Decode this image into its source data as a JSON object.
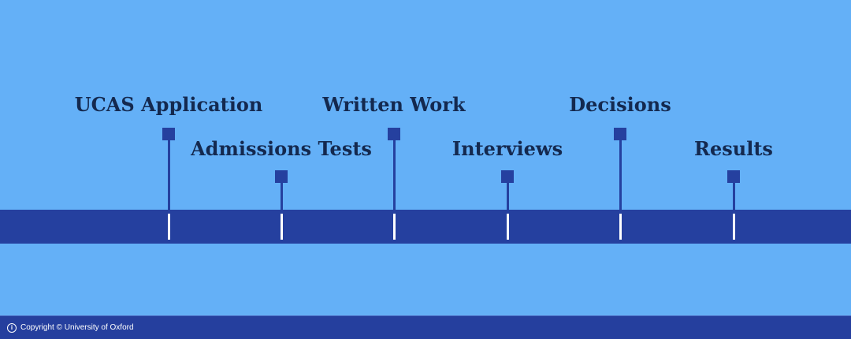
{
  "milestones": [
    {
      "label": "UCAS Application",
      "level": "high"
    },
    {
      "label": "Admissions Tests",
      "level": "low"
    },
    {
      "label": "Written Work",
      "level": "high"
    },
    {
      "label": "Interviews",
      "level": "low"
    },
    {
      "label": "Decisions",
      "level": "high"
    },
    {
      "label": "Results",
      "level": "low"
    }
  ],
  "footer": {
    "icon": "info-icon",
    "copyright": "Copyright © University of Oxford"
  },
  "colors": {
    "background": "#64b0f7",
    "bar": "#25409f",
    "label": "#14294f",
    "tick": "#ffffff"
  }
}
